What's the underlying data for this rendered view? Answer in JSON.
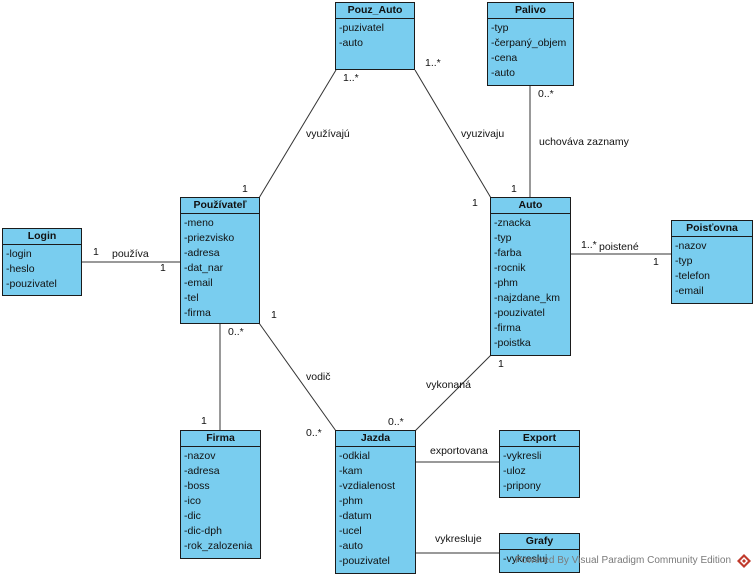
{
  "classes": {
    "pouz_auto": {
      "name": "Pouz_Auto",
      "attrs": [
        "-puzivatel",
        "-auto"
      ]
    },
    "palivo": {
      "name": "Palivo",
      "attrs": [
        "-typ",
        "-čerpaný_objem",
        "-cena",
        "-auto"
      ]
    },
    "pouzivatel": {
      "name": "Používateľ",
      "attrs": [
        "-meno",
        "-priezvisko",
        "-adresa",
        "-dat_nar",
        "-email",
        "-tel",
        "-firma"
      ]
    },
    "login": {
      "name": "Login",
      "attrs": [
        "-login",
        "-heslo",
        "-pouzivatel"
      ]
    },
    "auto": {
      "name": "Auto",
      "attrs": [
        "-znacka",
        "-typ",
        "-farba",
        "-rocnik",
        "-phm",
        "-najzdane_km",
        "-pouzivatel",
        "-firma",
        "-poistka"
      ]
    },
    "poistovna": {
      "name": "Poisťovna",
      "attrs": [
        "-nazov",
        "-typ",
        "-telefon",
        "-email"
      ]
    },
    "firma": {
      "name": "Firma",
      "attrs": [
        "-nazov",
        "-adresa",
        "-boss",
        "-ico",
        "-dic",
        "-dic-dph",
        "-rok_zalozenia"
      ]
    },
    "jazda": {
      "name": "Jazda",
      "attrs": [
        "-odkial",
        "-kam",
        "-vzdialenost",
        "-phm",
        "-datum",
        "-ucel",
        "-auto",
        "-pouzivatel"
      ]
    },
    "export": {
      "name": "Export",
      "attrs": [
        "-vykresli",
        "-uloz",
        "-pripony"
      ]
    },
    "grafy": {
      "name": "Grafy",
      "attrs": [
        "-vykresluj"
      ]
    }
  },
  "associations": {
    "login_pouzivatel": {
      "name": "používa",
      "m1": "1",
      "m2": "1"
    },
    "pouzivatel_pouzauto": {
      "name": "využívajú",
      "m1": "1",
      "m2": "1..*"
    },
    "pouzauto_auto": {
      "name": "vyuzivaju",
      "m1": "1..*",
      "m2": "1"
    },
    "palivo_auto": {
      "name": "uchováva zaznamy",
      "m1": "0..*",
      "m2": "1"
    },
    "auto_poistovna": {
      "name": "poistené",
      "m1": "1..*",
      "m2": "1"
    },
    "pouzivatel_firma": {
      "m1": "0..*",
      "m2": "1"
    },
    "pouzivatel_jazda": {
      "name": "vodič",
      "m1": "1",
      "m2": "0..*"
    },
    "auto_jazda": {
      "name": "vykonaná",
      "m1": "1",
      "m2": "0..*"
    },
    "jazda_export": {
      "name": "exportovana"
    },
    "jazda_grafy": {
      "name": "vykresluje"
    }
  },
  "watermark": "Powered By  Visual Paradigm Community Edition",
  "colors": {
    "class_fill": "#79cdef",
    "border": "#1b1b1b",
    "line": "#333333"
  }
}
